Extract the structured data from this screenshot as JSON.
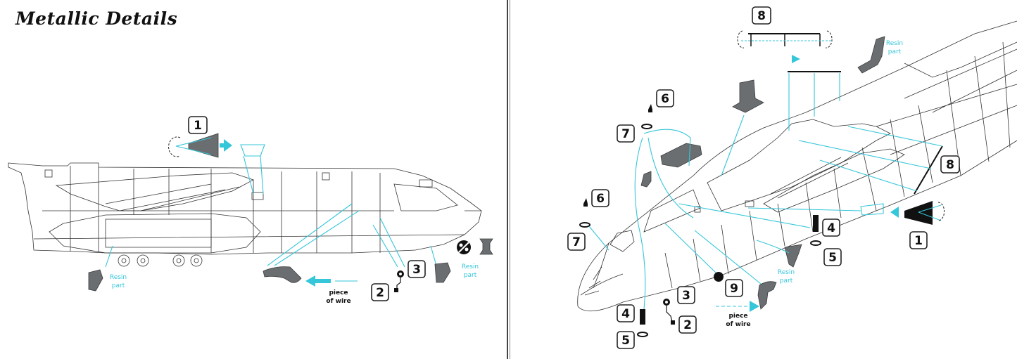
{
  "header": {
    "brand": "Metallic Details"
  },
  "callouts": {
    "one": "1",
    "two": "2",
    "three": "3",
    "four": "4",
    "five": "5",
    "six": "6",
    "seven": "7",
    "eight": "8",
    "nine": "9"
  },
  "labels": {
    "resin_line1": "Resin",
    "resin_line2": "part",
    "wire_line1": "piece",
    "wire_line2": "of wire"
  },
  "colors": {
    "guide": "#36c6d9",
    "part": "#6b6e70",
    "ink": "#111111"
  }
}
